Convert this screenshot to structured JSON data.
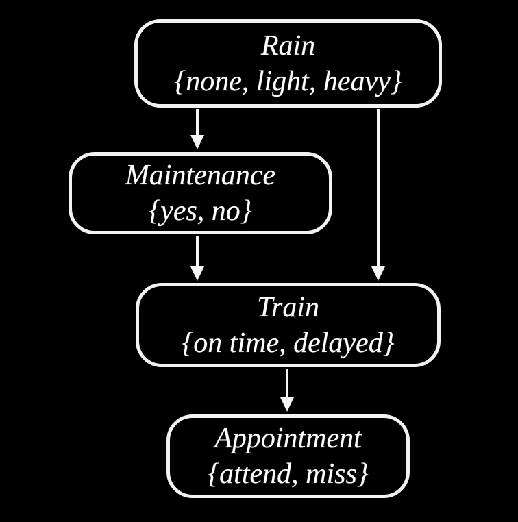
{
  "diagram": {
    "type": "bayesian-network",
    "background_color": "#000000",
    "node_border_color": "#ffffff",
    "text_color": "#ffffff",
    "nodes": [
      {
        "id": "rain",
        "label": "Rain",
        "states": "{none, light, heavy}"
      },
      {
        "id": "maintenance",
        "label": "Maintenance",
        "states": "{yes, no}"
      },
      {
        "id": "train",
        "label": "Train",
        "states": "{on time, delayed}"
      },
      {
        "id": "appointment",
        "label": "Appointment",
        "states": "{attend, miss}"
      }
    ],
    "edges": [
      {
        "from": "Rain",
        "to": "Maintenance"
      },
      {
        "from": "Rain",
        "to": "Train"
      },
      {
        "from": "Maintenance",
        "to": "Train"
      },
      {
        "from": "Train",
        "to": "Appointment"
      }
    ]
  }
}
